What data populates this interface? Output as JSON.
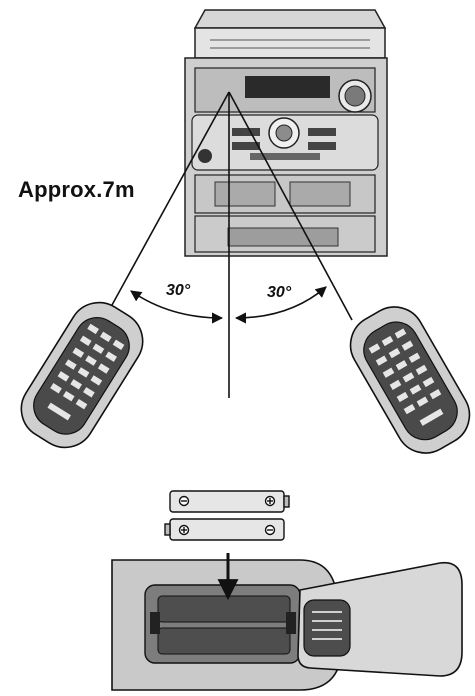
{
  "figure": {
    "distance_label": "Approx.7m",
    "angle_left_label": "30°",
    "angle_right_label": "30°"
  },
  "icons": {
    "stereo": "stereo-system-icon",
    "remote_left": "remote-control-icon",
    "remote_right": "remote-control-icon",
    "batteries": "battery-icon",
    "battery_compartment": "battery-compartment-icon"
  },
  "colors": {
    "ink": "#111111",
    "light_gray": "#d9d9d9",
    "mid_gray": "#9a9a9a",
    "dark_gray": "#444444"
  }
}
